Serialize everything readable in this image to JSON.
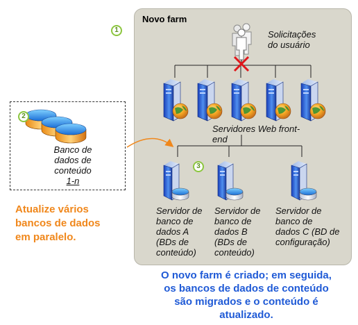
{
  "farm": {
    "title": "Novo farm"
  },
  "steps": [
    "1",
    "2",
    "3"
  ],
  "users": {
    "label_line1": "Solicitações",
    "label_line2": "do usuário"
  },
  "web_servers": {
    "label_line1": "Servidores Web front-",
    "label_line2": "end"
  },
  "content_db": {
    "line1": "Banco de",
    "line2": "dados de",
    "line3": "conteúdo",
    "line4": "1-n"
  },
  "db_servers": [
    {
      "lines": [
        "Servidor de",
        "banco de",
        "dados A",
        "(BDs de",
        "conteúdo)"
      ]
    },
    {
      "lines": [
        "Servidor de",
        "banco de",
        "dados B",
        "(BDs de",
        "conteúdo)"
      ]
    },
    {
      "lines": [
        "Servidor de",
        "banco de",
        "dados C (BD de",
        "configuração)"
      ]
    }
  ],
  "left_caption": [
    "Atualize vários",
    "bancos de dados",
    "em paralelo."
  ],
  "bottom_caption": [
    "O novo farm é criado; em seguida,",
    "os bancos de dados de conteúdo",
    "são migrados e o conteúdo é",
    "atualizado."
  ],
  "colors": {
    "panel": "#d9d7cc",
    "orange": "#f0871b",
    "blue": "#1f5ad6",
    "step_ring": "#8cc63f",
    "red_x": "#e0161b"
  },
  "icons": {
    "users": "users-icon",
    "web_server": "web-server-globe-icon",
    "database": "database-disk-icon",
    "db_server": "database-server-icon",
    "blocked": "red-x-icon"
  }
}
